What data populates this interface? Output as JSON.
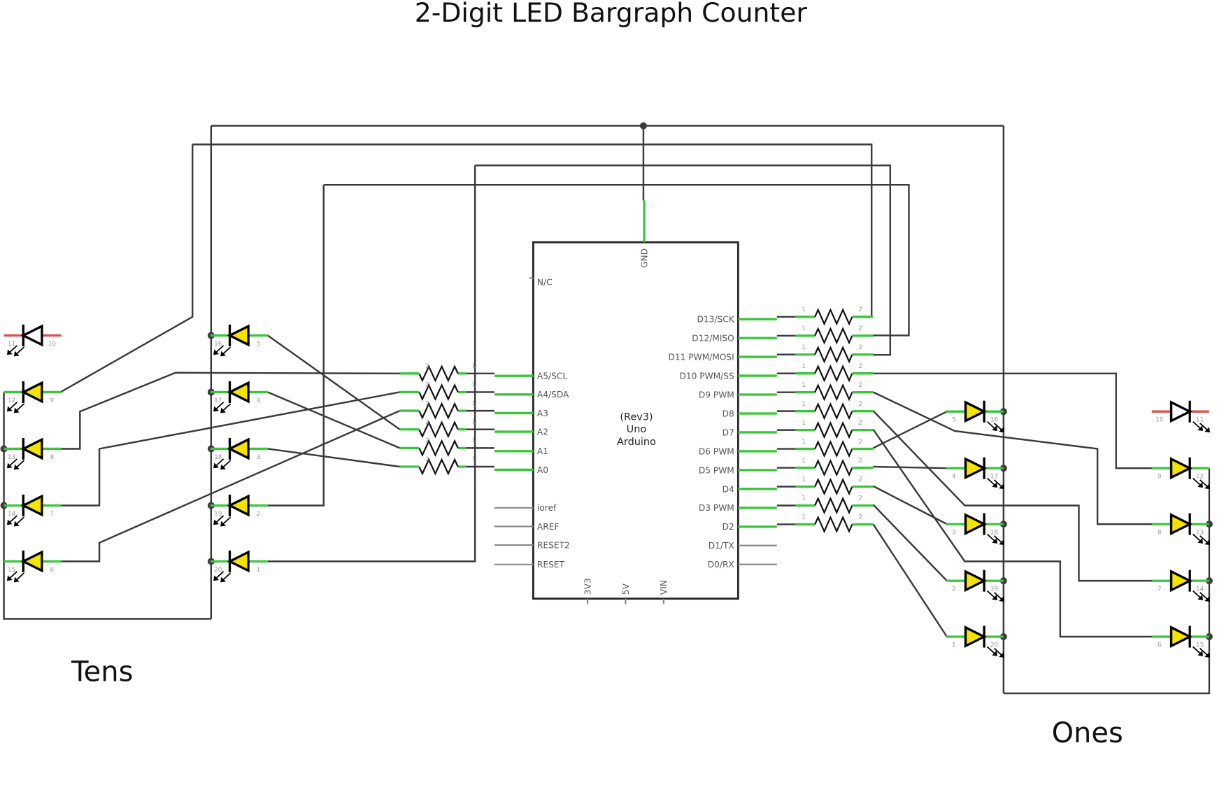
{
  "title": "2-Digit LED Bargraph Counter",
  "labels": {
    "tens": "Tens",
    "ones": "Ones"
  },
  "arduino": {
    "name_lines": [
      "(Rev3)",
      "Uno",
      "Arduino"
    ],
    "gnd": "GND",
    "nc": "N/C",
    "left_pins": [
      "A5/SCL",
      "A4/SDA",
      "A3",
      "A2",
      "A1",
      "A0",
      "ioref",
      "AREF",
      "RESET2",
      "RESET"
    ],
    "right_pins": [
      "D13/SCK",
      "D12/MISO",
      "D11 PWM/MOSI",
      "D10 PWM/SS",
      "D9 PWM",
      "D8",
      "D7",
      "D6 PWM",
      "D5 PWM",
      "D4",
      "D3 PWM",
      "D2",
      "D1/TX",
      "D0/RX"
    ],
    "bottom_pins": [
      "3V3",
      "5V",
      "VIN"
    ]
  },
  "resistor_pins": [
    "1",
    "2"
  ],
  "tens_leds": [
    [
      {
        "a": "11",
        "b": "10",
        "on": false
      },
      {
        "a": "12",
        "b": "9",
        "on": true
      },
      {
        "a": "13",
        "b": "8",
        "on": true
      },
      {
        "a": "14",
        "b": "7",
        "on": true
      },
      {
        "a": "15",
        "b": "6",
        "on": true
      }
    ],
    [
      {
        "a": "16",
        "b": "5",
        "on": true
      },
      {
        "a": "17",
        "b": "4",
        "on": true
      },
      {
        "a": "18",
        "b": "3",
        "on": true
      },
      {
        "a": "19",
        "b": "2",
        "on": true
      },
      {
        "a": "20",
        "b": "1",
        "on": true
      }
    ]
  ],
  "ones_leds": [
    [
      {
        "a": "5",
        "b": "16",
        "on": true
      },
      {
        "a": "4",
        "b": "17",
        "on": true
      },
      {
        "a": "3",
        "b": "18",
        "on": true
      },
      {
        "a": "2",
        "b": "19",
        "on": true
      },
      {
        "a": "1",
        "b": "20",
        "on": true
      }
    ],
    [
      {
        "a": "10",
        "b": "11",
        "on": false
      },
      {
        "a": "9",
        "b": "12",
        "on": true
      },
      {
        "a": "8",
        "b": "13",
        "on": true
      },
      {
        "a": "7",
        "b": "14",
        "on": true
      },
      {
        "a": "6",
        "b": "15",
        "on": true
      }
    ]
  ],
  "colors": {
    "led_on": "#f5e400",
    "lead": "#39c639",
    "off_lead": "#d9534f",
    "wire": "#3a3a3a"
  }
}
